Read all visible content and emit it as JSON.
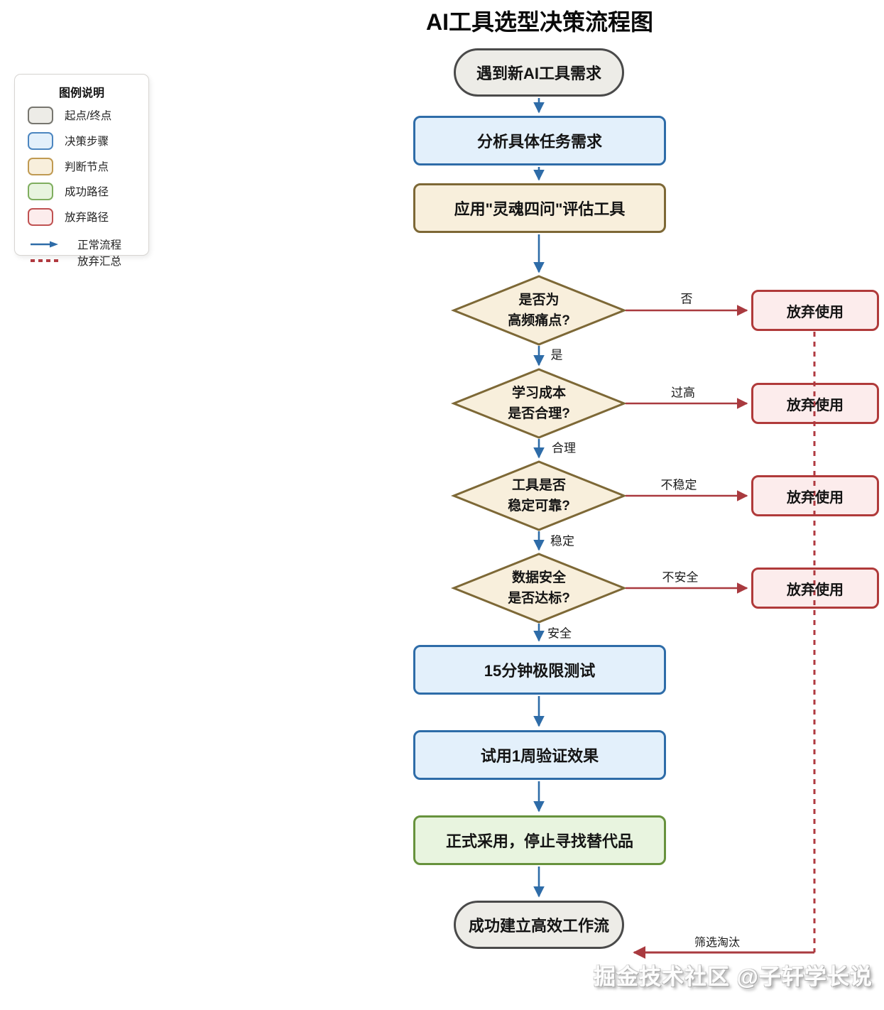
{
  "title": "AI工具选型决策流程图",
  "palette": {
    "start_end_fill": "#edece7",
    "start_end_border": "#4a4a4a",
    "step_fill": "#e3f0fb",
    "step_border": "#2e6ca8",
    "judge_fill": "#f8efdc",
    "judge_border": "#7d6836",
    "success_fill": "#e8f4df",
    "success_border": "#67923d",
    "reject_fill": "#fcecec",
    "reject_border": "#b03a3a",
    "flow_blue": "#2e6ca8",
    "abandon_red": "#a93a3f"
  },
  "legend": {
    "title": "图例说明",
    "items": [
      {
        "label": "起点/终点",
        "swatch": "start-end"
      },
      {
        "label": "决策步骤",
        "swatch": "decision-step"
      },
      {
        "label": "判断节点",
        "swatch": "judgment-node"
      },
      {
        "label": "成功路径",
        "swatch": "success-path"
      },
      {
        "label": "放弃路径",
        "swatch": "abandon-path"
      }
    ],
    "lines": [
      {
        "label": "正常流程",
        "style": "solid-blue-arrow"
      },
      {
        "label": "放弃汇总",
        "style": "dashed-red"
      }
    ]
  },
  "nodes": {
    "start": "遇到新AI工具需求",
    "analyze": "分析具体任务需求",
    "apply": "应用\"灵魂四问\"评估工具",
    "d1": {
      "line1": "是否为",
      "line2": "高频痛点?"
    },
    "d2": {
      "line1": "学习成本",
      "line2": "是否合理?"
    },
    "d3": {
      "line1": "工具是否",
      "line2": "稳定可靠?"
    },
    "d4": {
      "line1": "数据安全",
      "line2": "是否达标?"
    },
    "reject": "放弃使用",
    "test": "15分钟极限测试",
    "trial": "试用1周验证效果",
    "adopt": "正式采用，停止寻找替代品",
    "end": "成功建立高效工作流"
  },
  "edges": {
    "no": "否",
    "yes": "是",
    "too_high": "过高",
    "reasonable": "合理",
    "unstable": "不稳定",
    "stable": "稳定",
    "unsafe": "不安全",
    "safe": "安全",
    "screen_out": "筛选淘汰"
  },
  "watermark": "掘金技术社区 @子轩学长说"
}
